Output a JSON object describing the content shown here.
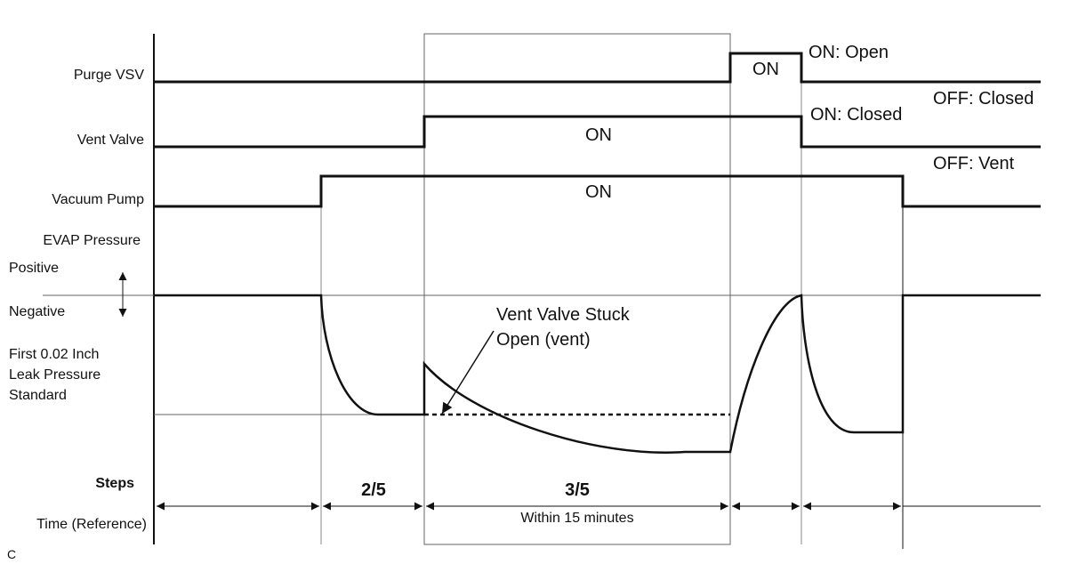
{
  "signals": {
    "purge_vsv": {
      "label": "Purge VSV",
      "pulse_label": "ON",
      "on_state": "ON: Open",
      "off_state": "OFF: Closed"
    },
    "vent_valve": {
      "label": "Vent Valve",
      "pulse_label": "ON",
      "on_state": "ON: Closed",
      "off_state": "OFF: Vent"
    },
    "vacuum_pump": {
      "label": "Vacuum Pump",
      "pulse_label": "ON"
    }
  },
  "evap": {
    "title": "EVAP Pressure",
    "positive": "Positive",
    "negative": "Negative",
    "standard_line1": "First 0.02 Inch",
    "standard_line2": "Leak Pressure",
    "standard_line3": "Standard",
    "annotation_line1": "Vent Valve Stuck",
    "annotation_line2": "Open (vent)"
  },
  "steps": {
    "header": "Steps",
    "time_label": "Time (Reference)",
    "step_2": "2/5",
    "step_3": "3/5",
    "step_3_note": "Within 15 minutes"
  },
  "figure_letter": "C"
}
